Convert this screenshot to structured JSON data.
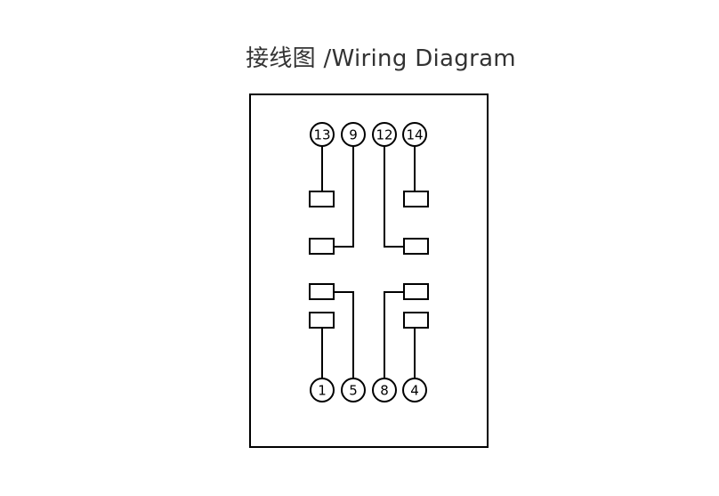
{
  "title": "接线图 /Wiring Diagram",
  "colors": {
    "stroke": "#000000",
    "title": "#333333",
    "background": "#ffffff"
  },
  "pins": {
    "top": [
      "13",
      "9",
      "12",
      "14"
    ],
    "bottom": [
      "1",
      "5",
      "8",
      "4"
    ]
  }
}
